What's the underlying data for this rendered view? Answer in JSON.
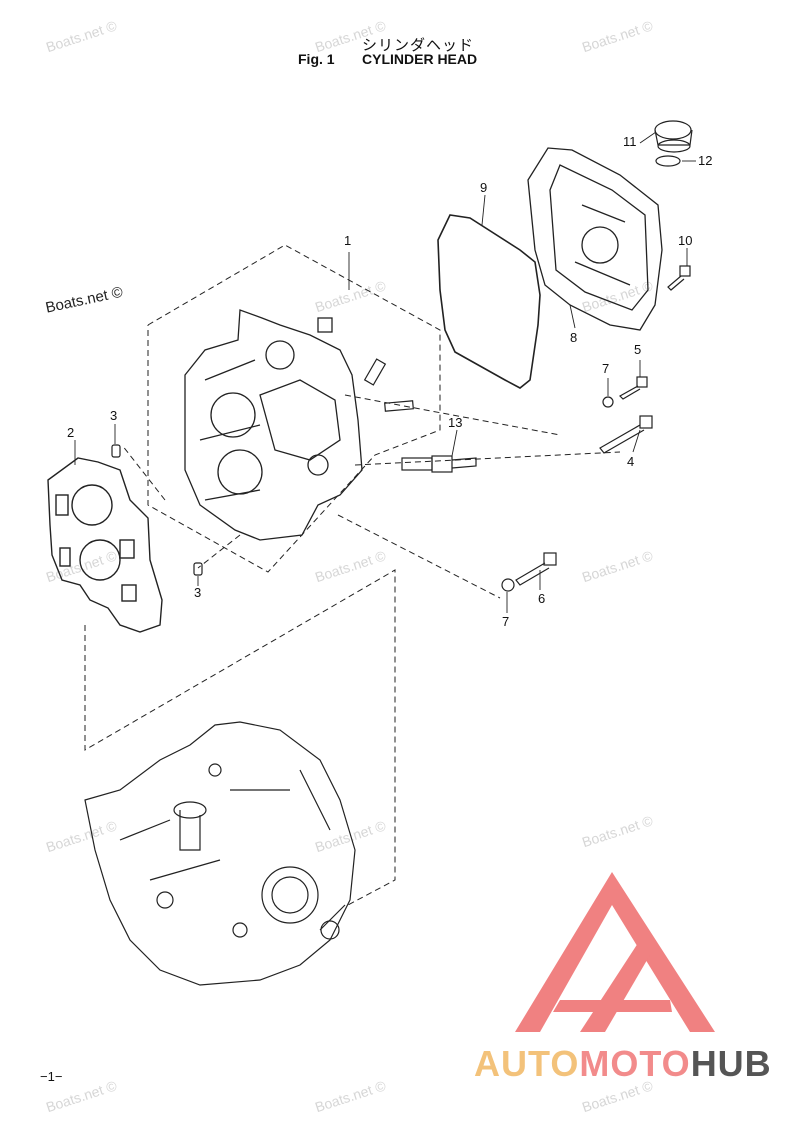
{
  "header": {
    "title_jp": "シリンダヘッド",
    "fig_label": "Fig. 1",
    "fig_title": "CYLINDER HEAD"
  },
  "watermark_text": "Boats.net ©",
  "callouts": {
    "c1": "1",
    "c2": "2",
    "c3a": "3",
    "c3b": "3",
    "c4": "4",
    "c5": "5",
    "c6": "6",
    "c7a": "7",
    "c7b": "7",
    "c8": "8",
    "c9": "9",
    "c10": "10",
    "c11": "11",
    "c12": "12",
    "c13": "13"
  },
  "page_number": "−1−",
  "brand": {
    "part1": "AUTO",
    "part2": "MOTO",
    "part3": "HUB"
  },
  "colors": {
    "logo_red": "#f07b7b",
    "logo_gold": "#f3c27a",
    "logo_gray": "#555555",
    "watermark": "#d6d6d6"
  }
}
